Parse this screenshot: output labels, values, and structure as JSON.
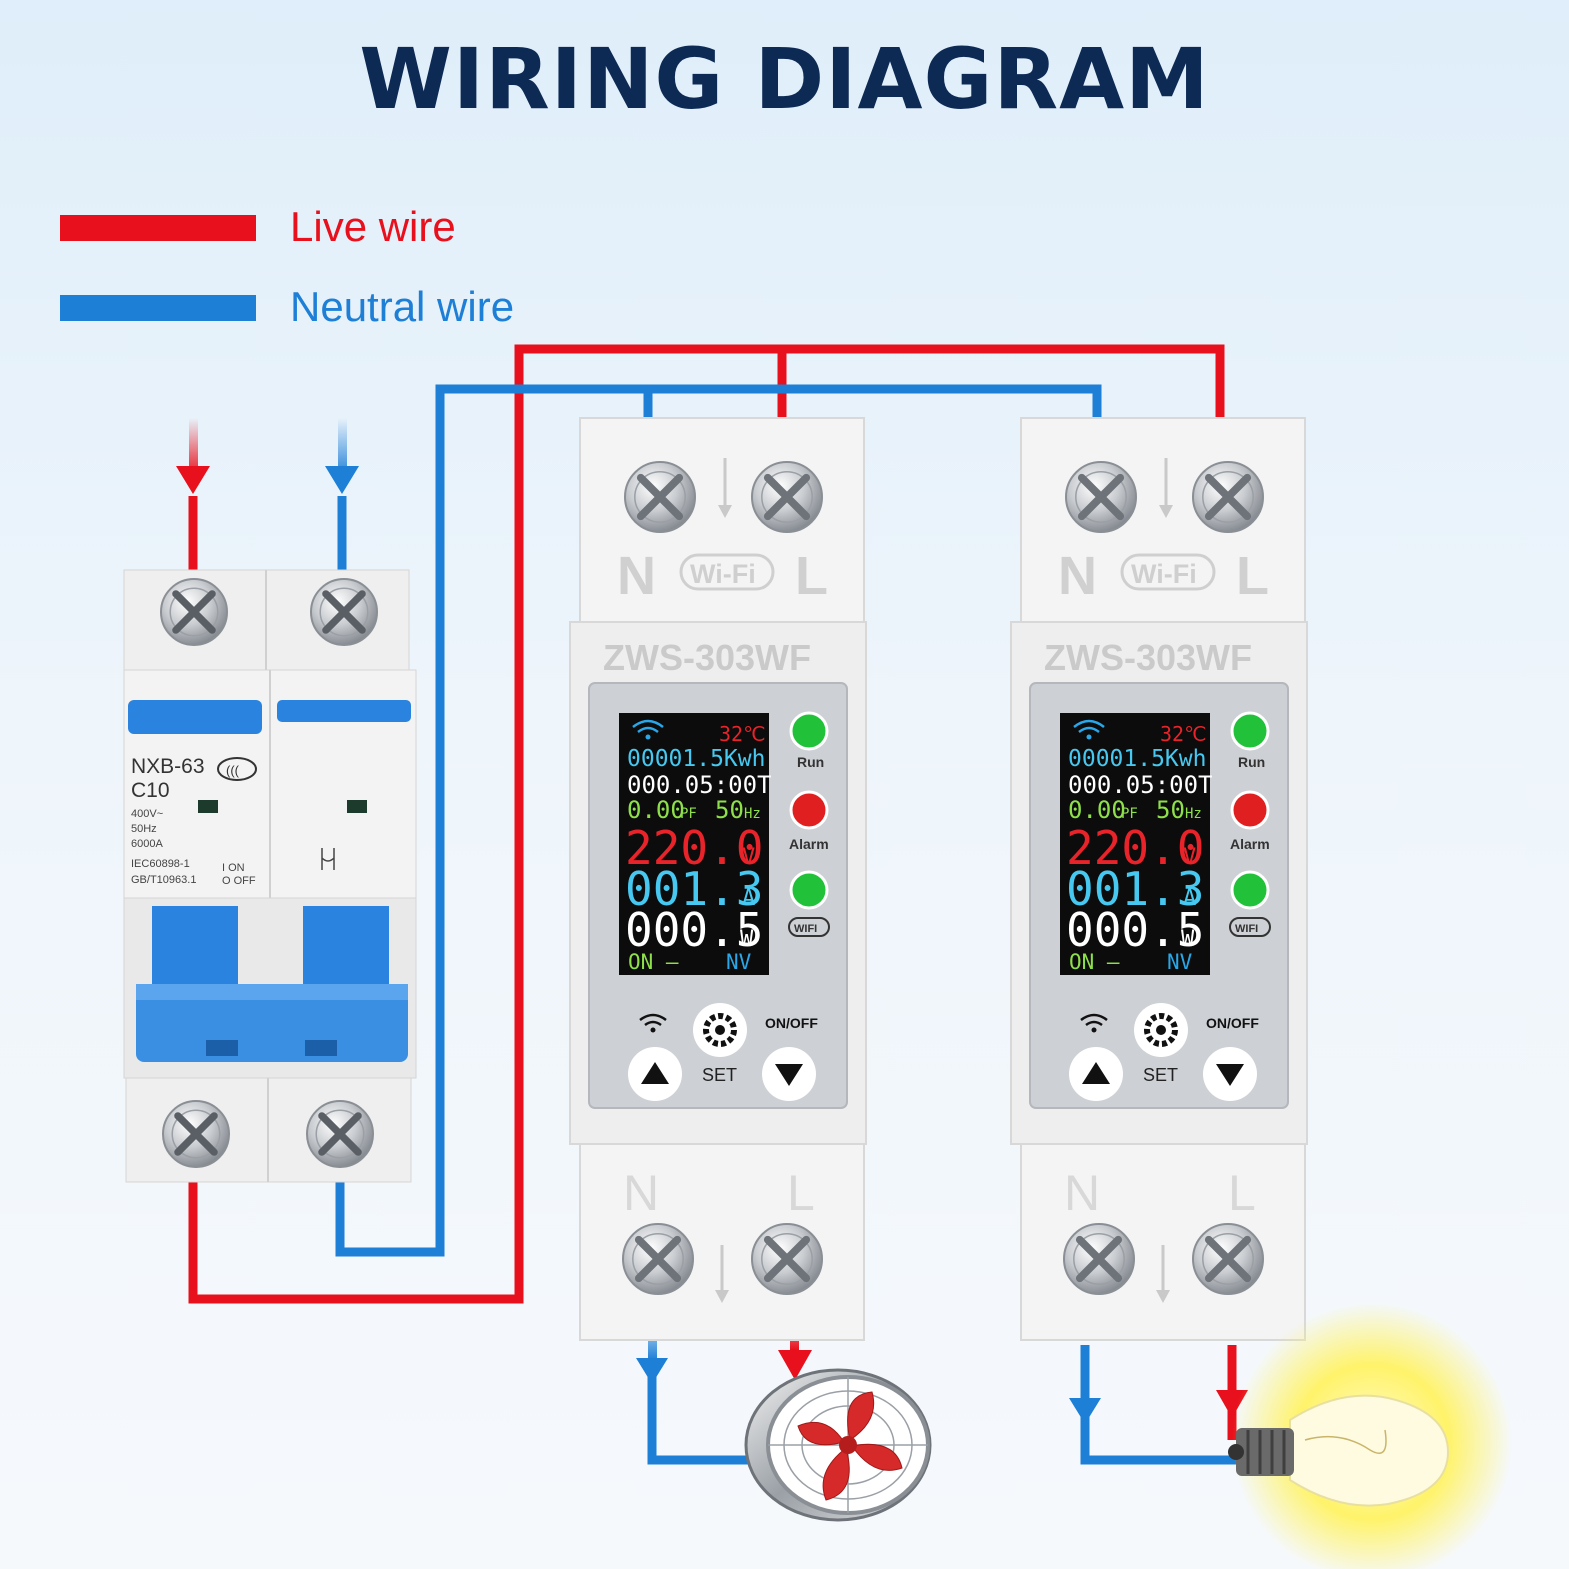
{
  "title": "WIRING DIAGRAM",
  "legend": [
    {
      "label": "Live wire",
      "color": "#e8101c"
    },
    {
      "label": "Neutral wire",
      "color": "#1d7fd6"
    }
  ],
  "colors": {
    "live": "#e8101c",
    "neutral": "#1d7fd6",
    "breaker_blue": "#2a83de"
  },
  "breaker": {
    "model": "NXB-63",
    "rating": "C10",
    "specs": [
      "400V~",
      "50Hz",
      "6000A"
    ],
    "standards": [
      "IEC60898-1",
      "GB/T10963.1"
    ],
    "switch_on": "I ON",
    "switch_off": "O OFF"
  },
  "meters": [
    {
      "terminal_n": "N",
      "terminal_l": "L",
      "wifi_badge": "Wi-Fi",
      "model": "ZWS-303WF",
      "screen": {
        "temp": "32℃",
        "energy": "00001.5Kwh",
        "time": "000.05:00T",
        "pf": "0.00",
        "pf_unit": "PF",
        "freq": "50",
        "freq_unit": "Hz",
        "voltage": "220.0",
        "voltage_unit": "V",
        "current": "001.3",
        "current_unit": "A",
        "power": "000.5",
        "power_unit": "W",
        "status_on": "ON —",
        "status_nv": "NV"
      },
      "leds": [
        "Run",
        "Alarm",
        "WIFI"
      ],
      "buttons": {
        "set": "SET",
        "onoff": "ON/OFF"
      },
      "load": "fan-icon"
    },
    {
      "terminal_n": "N",
      "terminal_l": "L",
      "wifi_badge": "Wi-Fi",
      "model": "ZWS-303WF",
      "screen": {
        "temp": "32℃",
        "energy": "00001.5Kwh",
        "time": "000.05:00T",
        "pf": "0.00",
        "pf_unit": "PF",
        "freq": "50",
        "freq_unit": "Hz",
        "voltage": "220.0",
        "voltage_unit": "V",
        "current": "001.3",
        "current_unit": "A",
        "power": "000.5",
        "power_unit": "W",
        "status_on": "ON —",
        "status_nv": "NV"
      },
      "leds": [
        "Run",
        "Alarm",
        "WIFI"
      ],
      "buttons": {
        "set": "SET",
        "onoff": "ON/OFF"
      },
      "load": "light-bulb-icon"
    }
  ]
}
